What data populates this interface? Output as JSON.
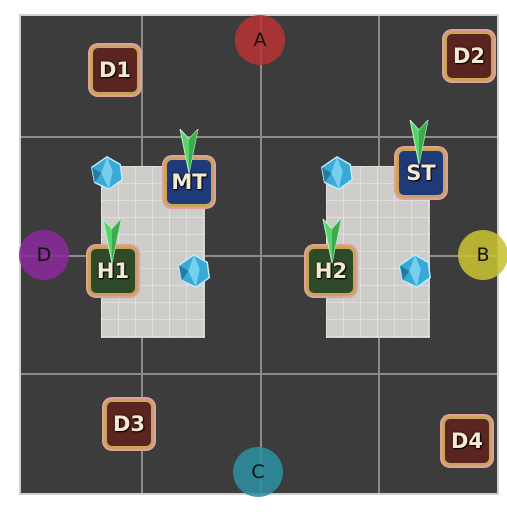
{
  "waymarks": [
    {
      "id": "A",
      "label": "A",
      "color": "#b83232"
    },
    {
      "id": "B",
      "label": "B",
      "color": "#c8c232"
    },
    {
      "id": "C",
      "label": "C",
      "color": "#2e8ea0"
    },
    {
      "id": "D",
      "label": "D",
      "color": "#8a2a9a"
    }
  ],
  "roles": {
    "d1": {
      "label": "D1",
      "type": "dps"
    },
    "d2": {
      "label": "D2",
      "type": "dps"
    },
    "d3": {
      "label": "D3",
      "type": "dps"
    },
    "d4": {
      "label": "D4",
      "type": "dps"
    },
    "mt": {
      "label": "MT",
      "type": "tank"
    },
    "st": {
      "label": "ST",
      "type": "tank"
    },
    "h1": {
      "label": "H1",
      "type": "healer"
    },
    "h2": {
      "label": "H2",
      "type": "healer"
    }
  },
  "icons": {
    "crystal": "crystal-icon",
    "marker": "target-marker-icon"
  },
  "colors": {
    "arena_floor": "#3c3c3c",
    "safe_zone": "#cfcdca",
    "grid_line": "#8c8c8c",
    "marker_green": "#59d46b",
    "crystal_blue": "#5fc3ea"
  }
}
